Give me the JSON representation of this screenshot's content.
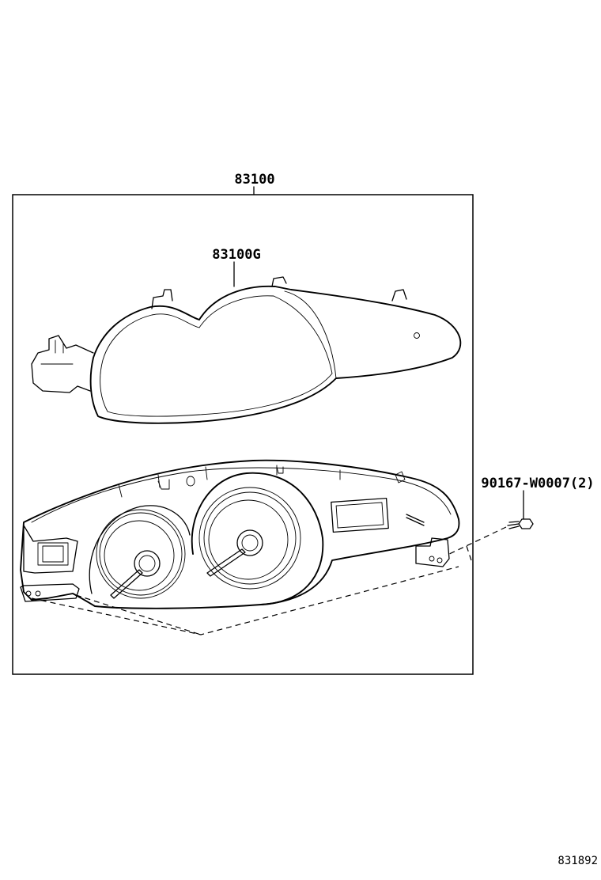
{
  "diagram": {
    "labels": {
      "assembly": "83100",
      "glass": "83100G",
      "screw": "90167-W0007(2)",
      "ref_number": "831892"
    }
  }
}
